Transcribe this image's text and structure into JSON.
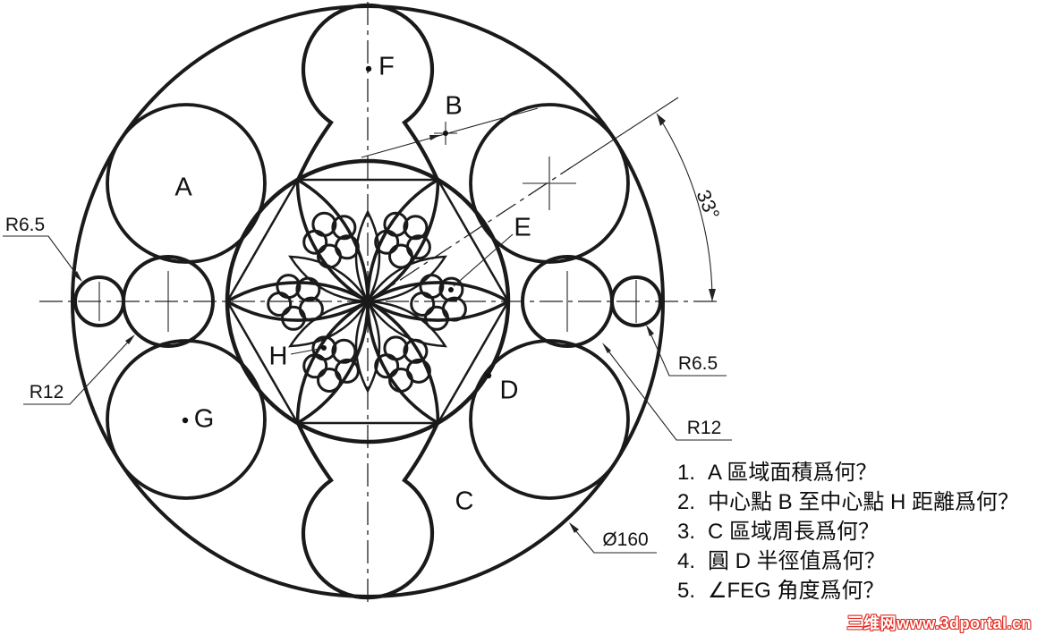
{
  "labels": {
    "a": "A",
    "b": "B",
    "c": "C",
    "d": "D",
    "e": "E",
    "f": "F",
    "g": "G",
    "h": "H"
  },
  "dimensions": {
    "left_r65": "R6.5",
    "left_r12": "R12",
    "right_r65": "R6.5",
    "right_r12": "R12",
    "diameter": "Ø160",
    "angle": "33°"
  },
  "questions": {
    "items": [
      {
        "n": "1.",
        "t": "A 區域面積爲何？"
      },
      {
        "n": "2.",
        "t": "中心點 B 至中心點 H 距離爲何？"
      },
      {
        "n": "3.",
        "t": "C 區域周長爲何？"
      },
      {
        "n": "4.",
        "t": "圓 D 半徑值爲何？"
      },
      {
        "n": "5.",
        "t": "∠FEG 角度爲何？"
      }
    ]
  },
  "watermark": {
    "text": "三维网www.3dportal.cn",
    "color": "#e02a20"
  },
  "colors": {
    "line": "#1a1a1a",
    "background": "#ffffff"
  }
}
